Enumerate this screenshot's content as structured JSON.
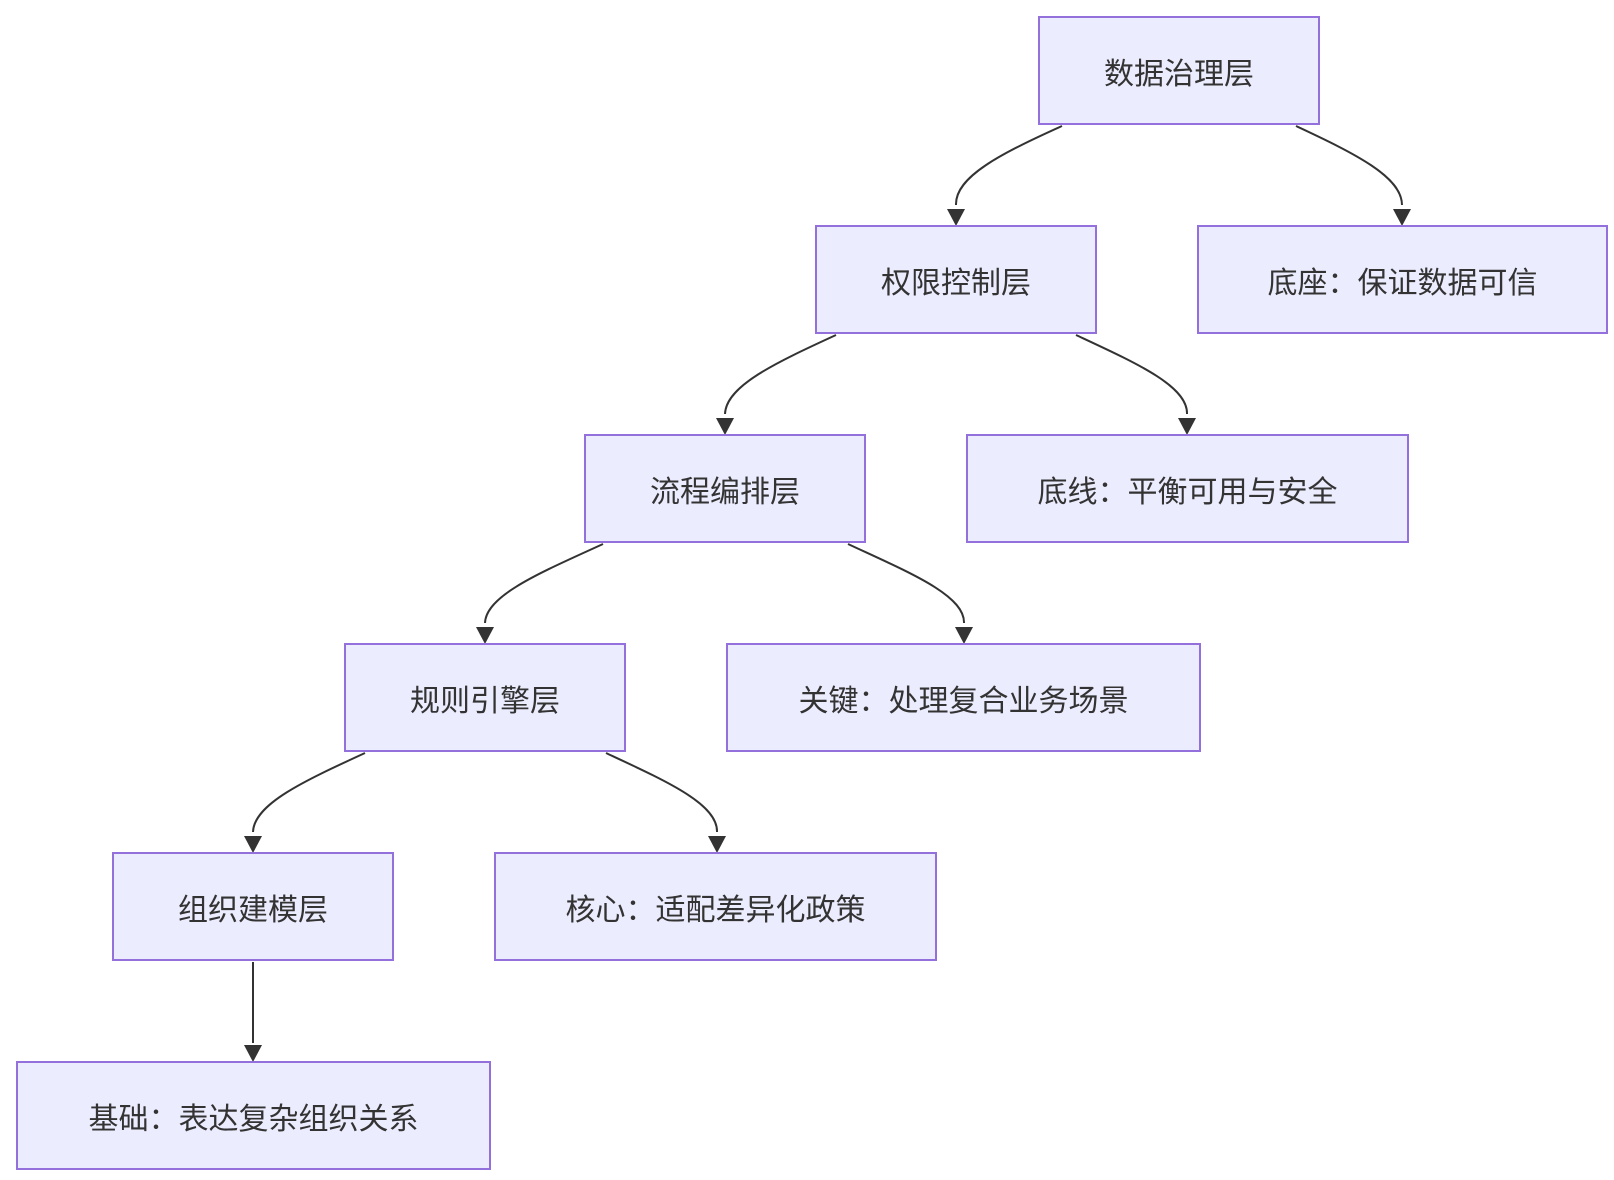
{
  "diagram": {
    "colors": {
      "node_fill": "#ECECFF",
      "node_border": "#9370DB",
      "edge": "#333333",
      "text": "#333333"
    },
    "nodes": {
      "data_governance": {
        "label": "数据治理层"
      },
      "base_note": {
        "label": "底座：保证数据可信"
      },
      "permission_control": {
        "label": "权限控制层"
      },
      "bottom_line_note": {
        "label": "底线：平衡可用与安全"
      },
      "process_orchestration": {
        "label": "流程编排层"
      },
      "key_note": {
        "label": "关键：处理复合业务场景"
      },
      "rule_engine": {
        "label": "规则引擎层"
      },
      "core_note": {
        "label": "核心：适配差异化政策"
      },
      "org_modeling": {
        "label": "组织建模层"
      },
      "foundation_note": {
        "label": "基础：表达复杂组织关系"
      }
    },
    "edges": [
      {
        "from": "data_governance",
        "to": "permission_control"
      },
      {
        "from": "data_governance",
        "to": "base_note"
      },
      {
        "from": "permission_control",
        "to": "process_orchestration"
      },
      {
        "from": "permission_control",
        "to": "bottom_line_note"
      },
      {
        "from": "process_orchestration",
        "to": "rule_engine"
      },
      {
        "from": "process_orchestration",
        "to": "key_note"
      },
      {
        "from": "rule_engine",
        "to": "org_modeling"
      },
      {
        "from": "rule_engine",
        "to": "core_note"
      },
      {
        "from": "org_modeling",
        "to": "foundation_note"
      }
    ]
  }
}
